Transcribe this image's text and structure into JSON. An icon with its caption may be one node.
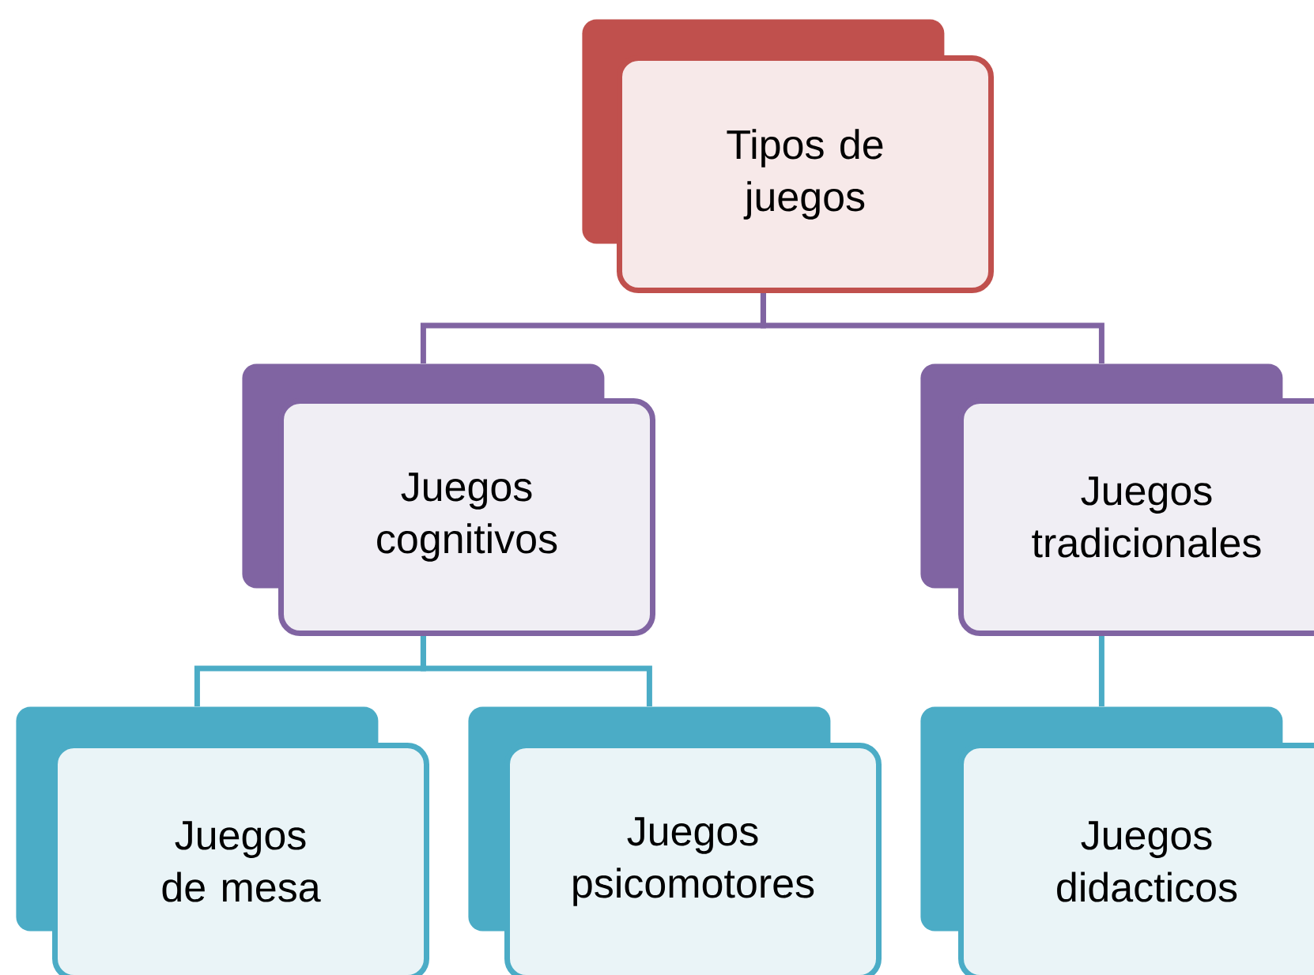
{
  "diagram": {
    "nodes": [
      {
        "text": [
          "Tipos de juegos"
        ]
      },
      {
        "text": [
          "Juegos cognitivos"
        ]
      },
      {
        "text": [
          "Juegos tradicionales"
        ]
      },
      {
        "text": [
          "Juegos de mesa"
        ]
      },
      {
        "text": [
          "Juegos psicomotores"
        ]
      },
      {
        "text": [
          "Juegos didacticos"
        ]
      }
    ],
    "edges": [
      {
        "from": 0,
        "to": 1,
        "arrow": "none",
        "color": "#8064a2"
      },
      {
        "from": 0,
        "to": 2,
        "arrow": "none",
        "color": "#8064a2"
      },
      {
        "from": 1,
        "to": 3,
        "arrow": "none"
      },
      {
        "from": 1,
        "to": 4,
        "arrow": "none"
      },
      {
        "from": 2,
        "to": 5,
        "arrow": "none"
      }
    ]
  }
}
